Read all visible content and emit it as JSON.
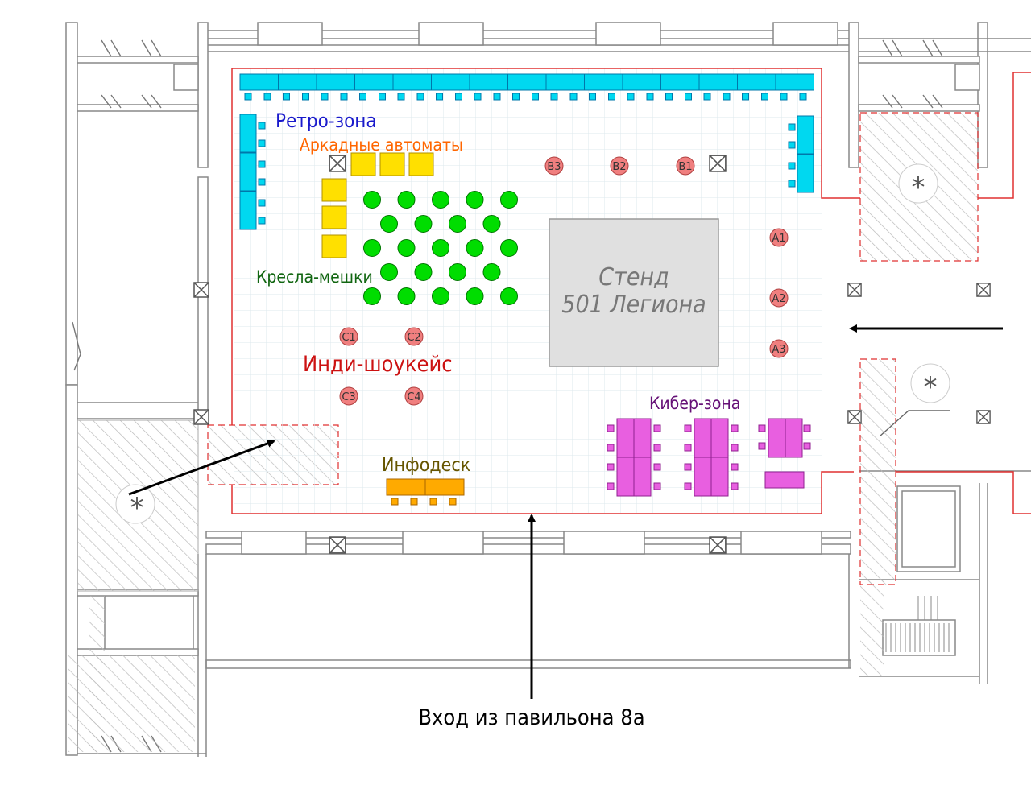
{
  "zones": {
    "retro": "Ретро-зона",
    "arcade": "Аркадные автоматы",
    "beanbags": "Кресла-мешки",
    "indie": "Инди-шоукейс",
    "cyber": "Кибер-зона",
    "infodesk": "Инфодеск"
  },
  "stand": {
    "line1": "Стенд",
    "line2": "501 Легиона"
  },
  "entrance_label": "Вход из павильона 8а",
  "markers": {
    "b3": "B3",
    "b2": "B2",
    "b1": "B1",
    "a1": "A1",
    "a2": "A2",
    "a3": "A3",
    "c1": "C1",
    "c2": "C2",
    "c3": "C3",
    "c4": "C4"
  },
  "stair_symbol": "*",
  "colors": {
    "retro": "#00d8f0",
    "arcade": "#ffe000",
    "beanbags": "#00dd00",
    "indie": "#cc1111",
    "cyber": "#e85fe0",
    "infodesk": "#ffaa00",
    "boundary": "#e03030",
    "marker": "#f07f7f",
    "stand": "#e0e0e0",
    "retro_text": "#1a1acc",
    "arcade_text": "#ff6600",
    "beanbags_text": "#116611",
    "cyber_text": "#661177",
    "infodesk_text": "#665500"
  }
}
